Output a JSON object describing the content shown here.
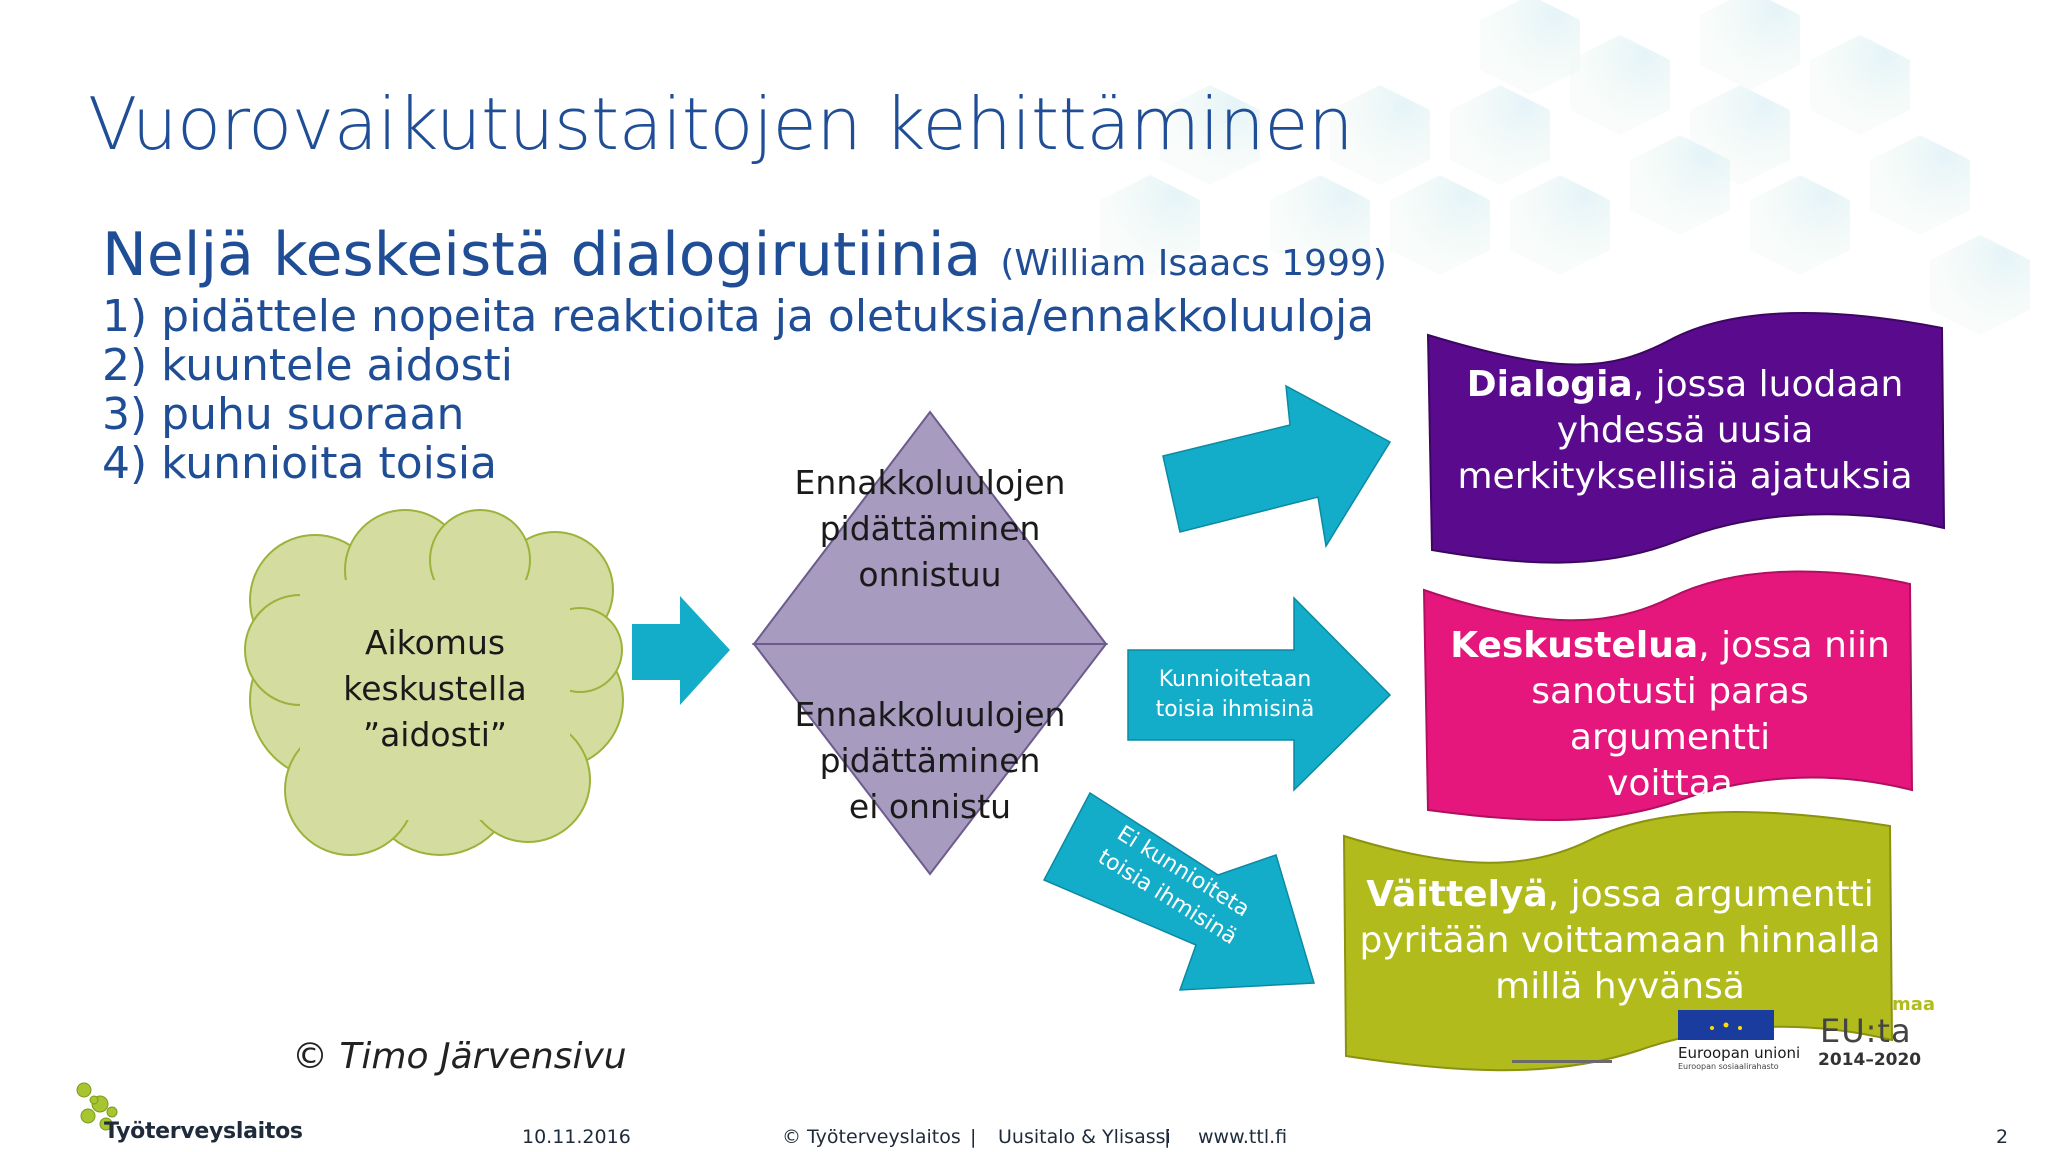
{
  "title": "Vuorovaikutustaitojen kehittäminen",
  "subtitle": {
    "main": "Neljä keskeistä dialogirutiinia",
    "cite": "(William Isaacs 1999)"
  },
  "routines": [
    "1) pidättele nopeita reaktioita ja oletuksia/ennakkoluuloja",
    "2) kuuntele aidosti",
    "3) puhu suoraan",
    "4) kunnioita toisia"
  ],
  "cloud": {
    "lines": [
      "Aikomus",
      "keskustella",
      "”aidosti”"
    ]
  },
  "diamond": {
    "top": [
      "Ennakkoluulojen",
      "pidättäminen",
      "onnistuu"
    ],
    "bottom": [
      "Ennakkoluulojen",
      "pidättäminen",
      "ei onnistu"
    ]
  },
  "arrows": {
    "respect": [
      "Kunnioitetaan",
      "toisia ihmisinä"
    ],
    "no_respect": [
      "Ei kunnioiteta",
      "toisia ihmisinä"
    ]
  },
  "banners": [
    {
      "bold": "Dialogia",
      "rest": ", jossa luodaan",
      "line2": "yhdessä uusia",
      "line3": "merkityksellisiä ajatuksia"
    },
    {
      "bold": "Keskustelua",
      "rest": ", jossa niin",
      "line2": "sanotusti paras argumentti",
      "line3": "voittaa"
    },
    {
      "bold": "Väittelyä",
      "rest": ", jossa argumentti",
      "line2": "pyritään voittamaan hinnalla",
      "line3": "millä hyvänsä"
    }
  ],
  "author": "© Timo Järvensivu",
  "logos": {
    "ttl": "Työterveyslaitos",
    "eu_label": "Euroopan unioni",
    "eu_sub": "Euroopan sosiaalirahasto",
    "euta_partial": "maa",
    "euta_mark": "EU:ta",
    "euta_years": "2014–2020"
  },
  "footer": {
    "date": "10.11.2016",
    "org": "© Työterveyslaitos",
    "authors": "Uusitalo & Ylisassi",
    "url": "www.ttl.fi",
    "page": "2",
    "sep": "|"
  },
  "colors": {
    "title": "#1f4e96",
    "cloud": "#d4dca0",
    "diamond": "#a79bbf",
    "arrow": "#13adc9",
    "dialogia": "#5a0a8c",
    "keskustelua": "#e5177d",
    "vaittelya": "#b2bb1c"
  }
}
